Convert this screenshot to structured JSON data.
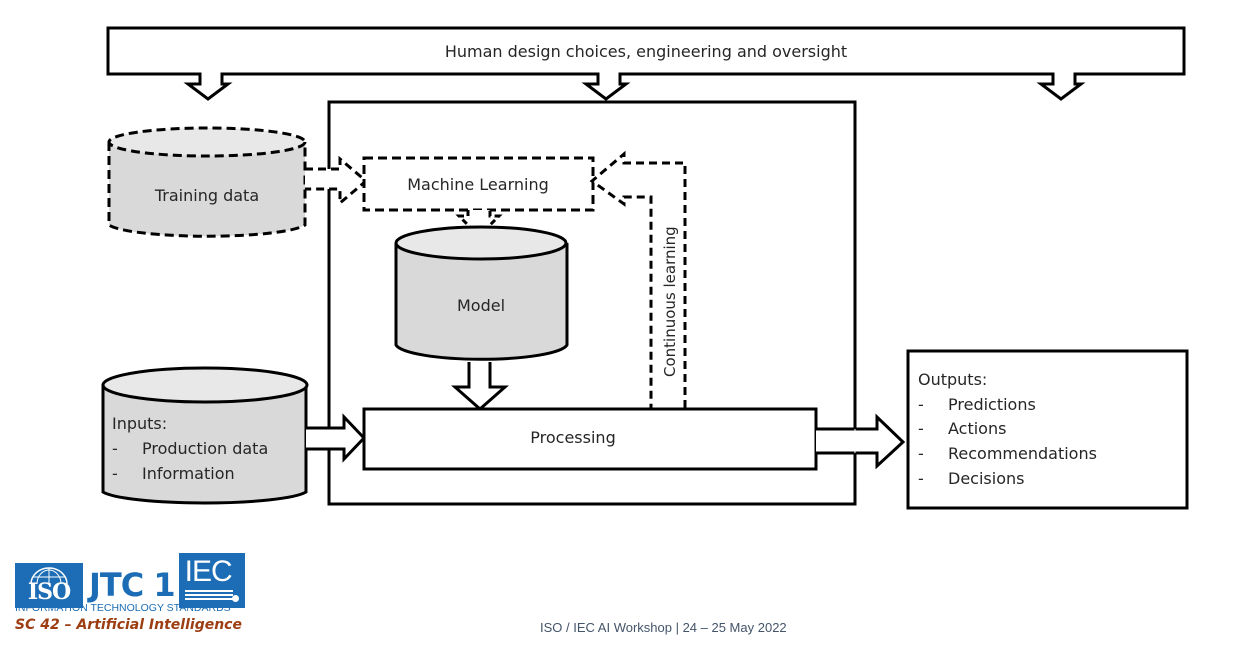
{
  "diagram": {
    "human_oversight": "Human design choices, engineering and oversight",
    "training_data": "Training data",
    "machine_learning": "Machine Learning",
    "model": "Model",
    "continuous_learning": "Continuous learning",
    "processing": "Processing",
    "inputs": {
      "title": "Inputs:",
      "items": [
        "Production data",
        "Information"
      ]
    },
    "outputs": {
      "title": "Outputs:",
      "items": [
        "Predictions",
        "Actions",
        "Recommendations",
        "Decisions"
      ]
    },
    "bullet": "-"
  },
  "footer": {
    "event": "ISO / IEC AI Workshop | 24 – 25 May 2022"
  },
  "logo": {
    "iso": "ISO",
    "jtc": "JTC 1",
    "iec": "IEC",
    "tagline": "INFORMATION TECHNOLOGY STANDARDS",
    "committee": "SC 42 – Artificial Intelligence"
  },
  "colors": {
    "cylinder_fill": "#d9d9d9",
    "cylinder_top": "#e8e8e8",
    "logo_blue": "#1c6db5",
    "logo_brown": "#9c3d12",
    "footer_text": "#44546a"
  }
}
